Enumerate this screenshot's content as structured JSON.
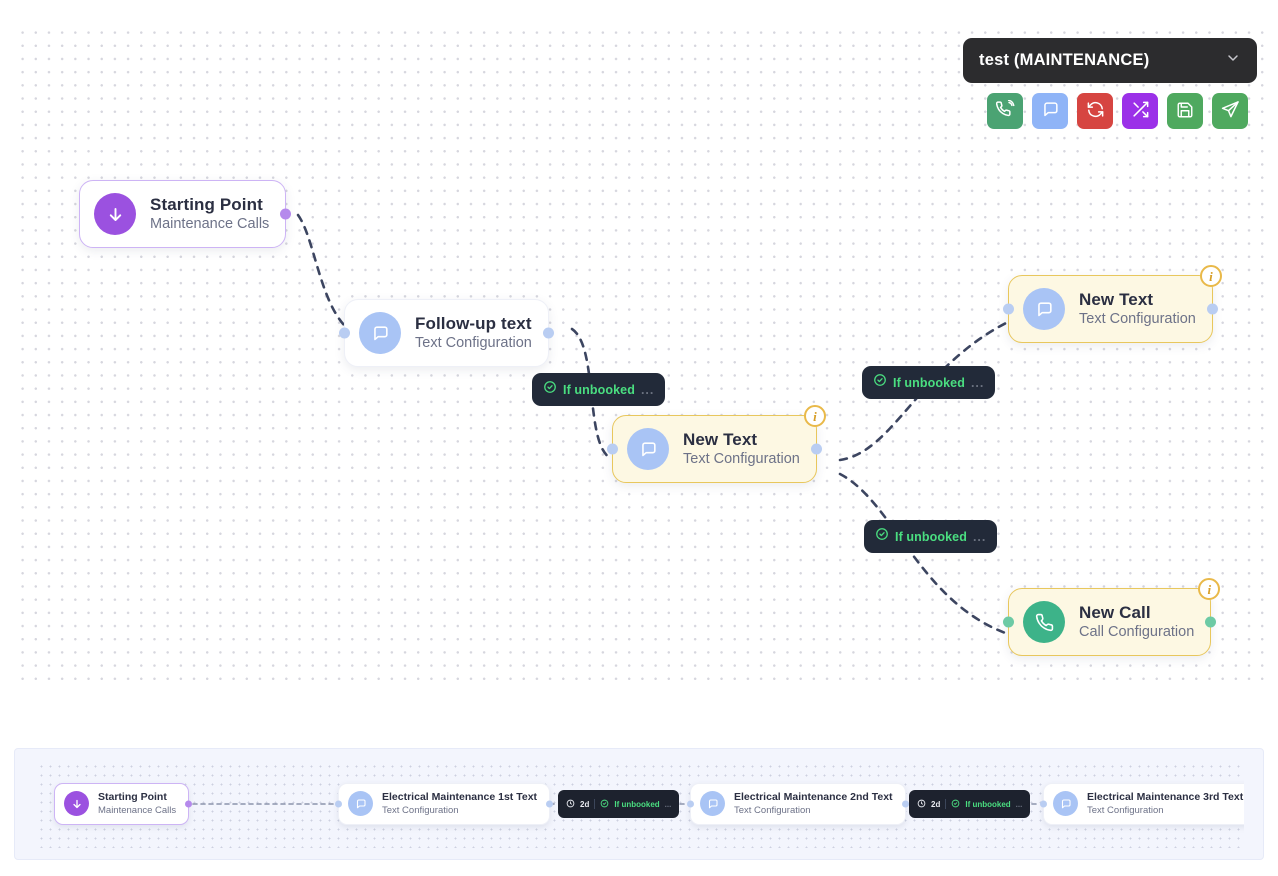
{
  "header": {
    "flow_select": {
      "label": "test (MAINTENANCE)",
      "chevron_icon": "chevron-down-icon"
    },
    "toolbar": {
      "buttons": [
        {
          "name": "add-call-node-button",
          "icon": "phone-call-icon",
          "color": "#4ba373"
        },
        {
          "name": "add-text-node-button",
          "icon": "message-icon",
          "color": "#8fb4f7"
        },
        {
          "name": "reset-flow-button",
          "icon": "refresh-icon",
          "color": "#d64541"
        },
        {
          "name": "shuffle-layout-button",
          "icon": "shuffle-icon",
          "color": "#9b30e8"
        },
        {
          "name": "save-flow-button",
          "icon": "save-icon",
          "color": "#4fa95f"
        },
        {
          "name": "publish-flow-button",
          "icon": "send-icon",
          "color": "#4fa95f"
        }
      ]
    }
  },
  "canvas": {
    "nodes": [
      {
        "id": "start",
        "title": "Starting Point",
        "subtitle": "Maintenance Calls",
        "icon": "arrow-down-icon",
        "variant": "start",
        "badge": null
      },
      {
        "id": "followup",
        "title": "Follow-up text",
        "subtitle": "Text Configuration",
        "icon": "message-icon",
        "variant": "text-white",
        "badge": null
      },
      {
        "id": "newtext1",
        "title": "New Text",
        "subtitle": "Text Configuration",
        "icon": "message-icon",
        "variant": "warn",
        "badge": "i"
      },
      {
        "id": "newtext2",
        "title": "New Text",
        "subtitle": "Text Configuration",
        "icon": "message-icon",
        "variant": "warn",
        "badge": "i"
      },
      {
        "id": "newcall",
        "title": "New Call",
        "subtitle": "Call Configuration",
        "icon": "phone-icon",
        "variant": "warn",
        "badge": "i"
      }
    ],
    "edge_labels": [
      {
        "id": "e1",
        "icon": "check-circle-icon",
        "text": "If unbooked",
        "ellipsis": "..."
      },
      {
        "id": "e2",
        "icon": "check-circle-icon",
        "text": "If unbooked",
        "ellipsis": "..."
      },
      {
        "id": "e3",
        "icon": "check-circle-icon",
        "text": "If unbooked",
        "ellipsis": "..."
      }
    ]
  },
  "mini_panel": {
    "nodes": [
      {
        "id": "m-start",
        "title": "Starting Point",
        "subtitle": "Maintenance Calls",
        "icon": "arrow-down-icon",
        "variant": "start"
      },
      {
        "id": "m-t1",
        "title": "Electrical Maintenance 1st Text",
        "subtitle": "Text Configuration",
        "icon": "message-icon",
        "variant": "text-white"
      },
      {
        "id": "m-t2",
        "title": "Electrical Maintenance 2nd Text",
        "subtitle": "Text Configuration",
        "icon": "message-icon",
        "variant": "text-white"
      },
      {
        "id": "m-t3",
        "title": "Electrical Maintenance 3rd Text",
        "subtitle": "Text Configuration",
        "icon": "message-icon",
        "variant": "text-white"
      }
    ],
    "edge_labels": [
      {
        "id": "me1",
        "clock_icon": "clock-icon",
        "delay": "2d",
        "icon": "check-circle-icon",
        "text": "If unbooked",
        "ellipsis": "..."
      },
      {
        "id": "me2",
        "clock_icon": "clock-icon",
        "delay": "2d",
        "icon": "check-circle-icon",
        "text": "If unbooked",
        "ellipsis": "..."
      }
    ]
  },
  "colors": {
    "accent_purple": "#9b51e0",
    "accent_blue": "#a9c4f5",
    "accent_green": "#3db389",
    "warn_bg": "#fdf8e3",
    "warn_border": "#e8c75d",
    "chip_bg": "#222a39",
    "chip_text": "#4ade80"
  }
}
